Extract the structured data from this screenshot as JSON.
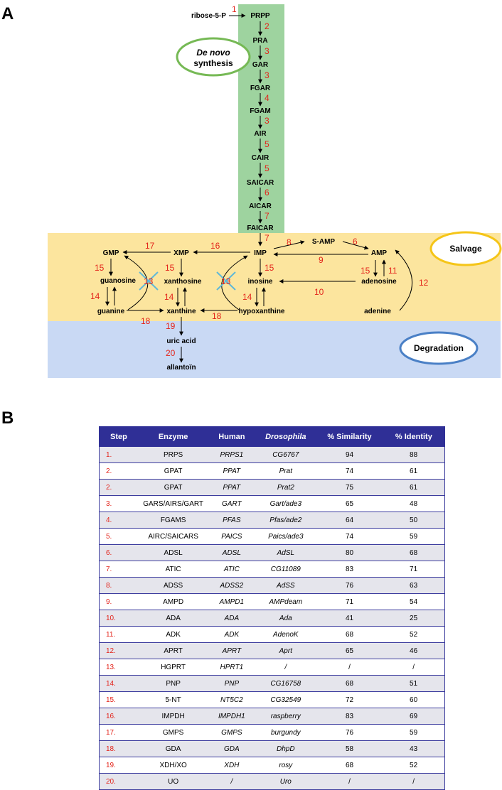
{
  "panel_a": "A",
  "panel_b": "B",
  "colors": {
    "de_novo": "#9ed39f",
    "salvage": "#fce59e",
    "degradation": "#c9d9f4",
    "number": "#e3241b",
    "header": "#2f2f96"
  },
  "diagram": {
    "labels": {
      "de_novo_1": "De novo",
      "de_novo_2": "synthesis",
      "salvage": "Salvage",
      "degradation": "Degradation",
      "ribose": "ribose-5-P",
      "prpp": "PRPP",
      "pra": "PRA",
      "gar": "GAR",
      "fgar": "FGAR",
      "fgam": "FGAM",
      "air": "AIR",
      "cair": "CAIR",
      "saicar": "SAICAR",
      "aicar": "AICAR",
      "faicar": "FAICAR",
      "imp": "IMP",
      "samp": "S-AMP",
      "amp": "AMP",
      "xmp": "XMP",
      "gmp": "GMP",
      "inosine": "inosine",
      "xanthosine": "xanthosine",
      "guanosine": "guanosine",
      "adenosine": "adenosine",
      "guanine": "guanine",
      "xanthine": "xanthine",
      "hypoxanthine": "hypoxanthine",
      "adenine": "adenine",
      "uric": "uric acid",
      "allantoin": "allantoïn"
    },
    "steps": {
      "s1": "1",
      "s2": "2",
      "s3a": "3",
      "s3b": "3",
      "s4": "4",
      "s3c": "3",
      "s5a": "5",
      "s5b": "5",
      "s6a": "6",
      "s7a": "7",
      "s7b": "7",
      "s8": "8",
      "s6b": "6",
      "s9": "9",
      "s17": "17",
      "s16": "16",
      "s15a": "15",
      "s15b": "15",
      "s15c": "15",
      "s15d": "15",
      "s11": "11",
      "s12": "12",
      "s10": "10",
      "s13a": "13",
      "s13b": "13",
      "s14a": "14",
      "s14b": "14",
      "s14c": "14",
      "s18a": "18",
      "s18b": "18",
      "s19": "19",
      "s20": "20"
    }
  },
  "table": {
    "headers": [
      "Step",
      "Enzyme",
      "Human",
      "Drosophila",
      "% Similarity",
      "% Identity"
    ],
    "rows": [
      [
        "1.",
        "PRPS",
        "PRPS1",
        "CG6767",
        "94",
        "88"
      ],
      [
        "2.",
        "GPAT",
        "PPAT",
        "Prat",
        "74",
        "61"
      ],
      [
        "2.",
        "GPAT",
        "PPAT",
        "Prat2",
        "75",
        "61"
      ],
      [
        "3.",
        "GARS/AIRS/GART",
        "GART",
        "Gart/ade3",
        "65",
        "48"
      ],
      [
        "4.",
        "FGAMS",
        "PFAS",
        "Pfas/ade2",
        "64",
        "50"
      ],
      [
        "5.",
        "AIRC/SAICARS",
        "PAICS",
        "Paics/ade3",
        "74",
        "59"
      ],
      [
        "6.",
        "ADSL",
        "ADSL",
        "AdSL",
        "80",
        "68"
      ],
      [
        "7.",
        "ATIC",
        "ATIC",
        "CG11089",
        "83",
        "71"
      ],
      [
        "8.",
        "ADSS",
        "ADSS2",
        "AdSS",
        "76",
        "63"
      ],
      [
        "9.",
        "AMPD",
        "AMPD1",
        "AMPdeam",
        "71",
        "54"
      ],
      [
        "10.",
        "ADA",
        "ADA",
        "Ada",
        "41",
        "25"
      ],
      [
        "11.",
        "ADK",
        "ADK",
        "AdenoK",
        "68",
        "52"
      ],
      [
        "12.",
        "APRT",
        "APRT",
        "Aprt",
        "65",
        "46"
      ],
      [
        "13.",
        "HGPRT",
        "HPRT1",
        "/",
        "/",
        "/"
      ],
      [
        "14.",
        "PNP",
        "PNP",
        "CG16758",
        "68",
        "51"
      ],
      [
        "15.",
        "5-NT",
        "NT5C2",
        "CG32549",
        "72",
        "60"
      ],
      [
        "16.",
        "IMPDH",
        "IMPDH1",
        "raspberry",
        "83",
        "69"
      ],
      [
        "17.",
        "GMPS",
        "GMPS",
        "burgundy",
        "76",
        "59"
      ],
      [
        "18.",
        "GDA",
        "GDA",
        "DhpD",
        "58",
        "43"
      ],
      [
        "19.",
        "XDH/XO",
        "XDH",
        "rosy",
        "68",
        "52"
      ],
      [
        "20.",
        "UO",
        "/",
        "Uro",
        "/",
        "/"
      ]
    ]
  }
}
